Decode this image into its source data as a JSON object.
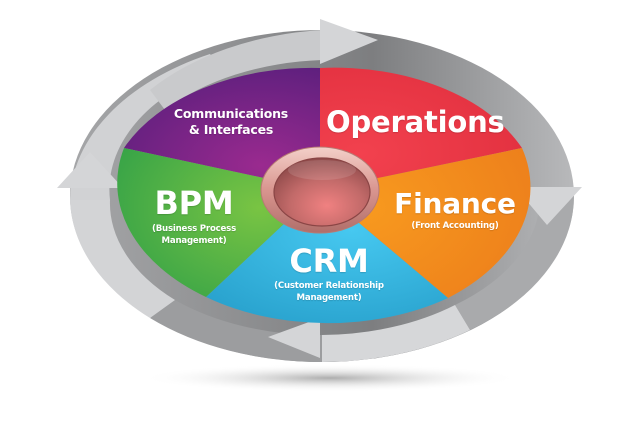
{
  "diagram": {
    "title": "Business process cycle",
    "center_button": "center-hub",
    "segments": [
      {
        "id": "communications",
        "title": "Communications",
        "title2": "& Interfaces",
        "subtitle": "",
        "subtitle2": "",
        "color": "#8e2487",
        "color_dark": "#5e1f7e"
      },
      {
        "id": "operations",
        "title": "Operations",
        "title2": "",
        "subtitle": "",
        "subtitle2": "",
        "color": "#ef3f4b",
        "color_dark": "#d62b3a"
      },
      {
        "id": "finance",
        "title": "Finance",
        "title2": "",
        "subtitle": "(Front Accounting)",
        "subtitle2": "",
        "color": "#f7941d",
        "color_dark": "#e8771a"
      },
      {
        "id": "crm",
        "title": "CRM",
        "title2": "",
        "subtitle": "(Customer Relationship",
        "subtitle2": "Management)",
        "color": "#3ec3ee",
        "color_dark": "#28a4cf"
      },
      {
        "id": "bpm",
        "title": "BPM",
        "title2": "",
        "subtitle": "(Business Process",
        "subtitle2": "Management)",
        "color": "#6cbf46",
        "color_dark": "#3aa64a"
      }
    ],
    "cycle_arrows": [
      "top-right-arrow",
      "right-down-arrow",
      "bottom-left-arrow",
      "left-up-arrow"
    ],
    "colors": {
      "ring_light": "#d4d5d7",
      "ring_dark": "#8d8e90",
      "hub": "#c97a78",
      "hub_rim": "#e7b6ae"
    }
  }
}
